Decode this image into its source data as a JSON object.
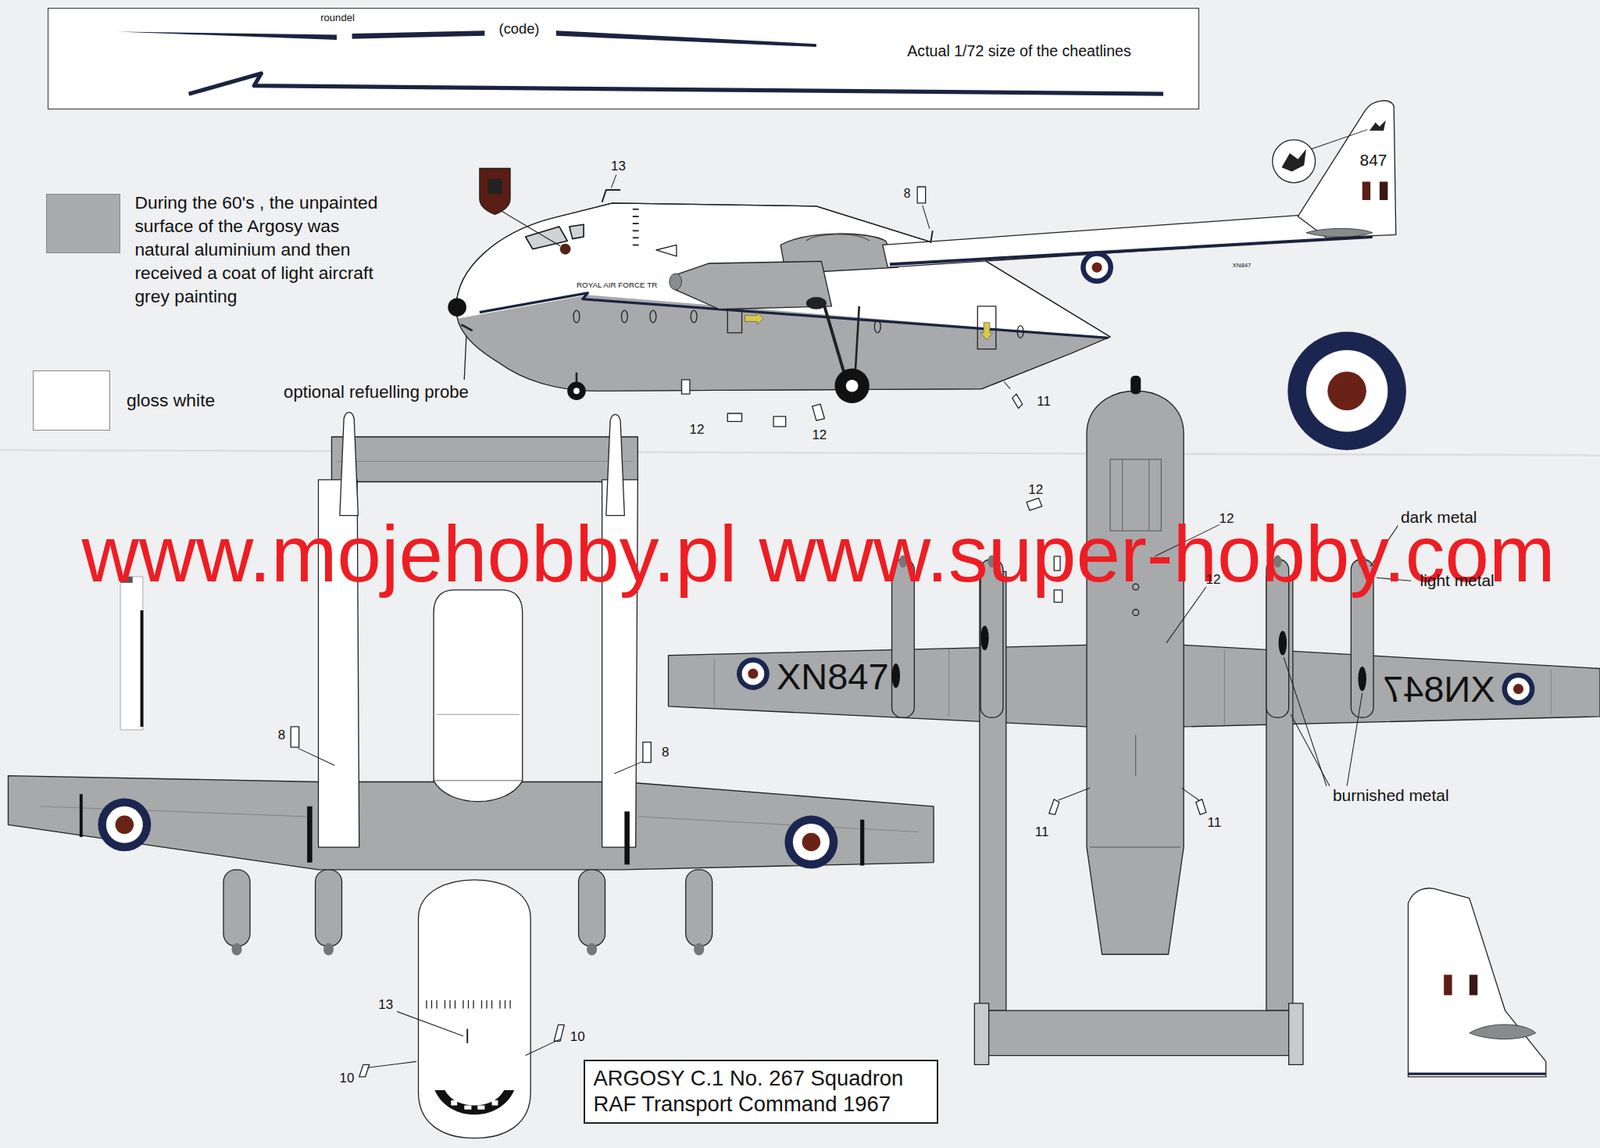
{
  "diagram": {
    "nodes": [
      {
        "text": [
          "roundel",
          "(code)",
          "Actual 1/72 size of the cheatlines"
        ]
      },
      {
        "text": [
          "ARGOSY C.1 No. 267 Squadron RAF Transport Command 1967"
        ]
      }
    ],
    "labels": [
      "optional refuelling probe",
      "13",
      "8",
      "847",
      "ROYAL AIR FORCE TR",
      "XN847",
      "12",
      "12",
      "11",
      "www.mojehobby.pl www.super-hobby.com",
      "8",
      "8",
      "13",
      "10",
      "10",
      "12",
      "12",
      "12",
      "dark metal",
      "light metal",
      "XN847",
      "XN847",
      "burnished metal",
      "11",
      "11"
    ],
    "legend": [
      {
        "text": "During the 60's , the unpainted surface of the Argosy was natural aluminium and then received a coat of light aircraft grey painting",
        "color": "#a9abad"
      },
      {
        "text": "gloss white",
        "color": "#ffffff"
      }
    ]
  }
}
